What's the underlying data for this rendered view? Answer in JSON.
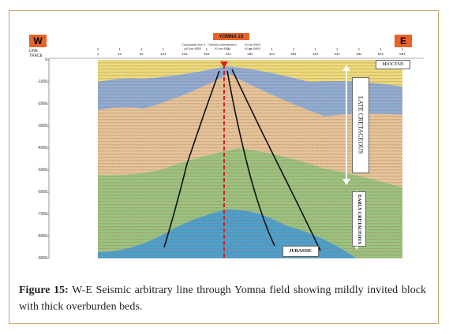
{
  "figure": {
    "directions": {
      "west": "W",
      "east": "E"
    },
    "header": {
      "line_label": "LINE",
      "trace_label": "TRACE",
      "well_name": "YOMNA 1X",
      "well_tags": [
        "Composite line 4\nXLine 8850",
        "Seismic intersection\nXLine 8800",
        "XLine 8900\nXLine 8800"
      ],
      "line_ticks": [
        "1",
        "1",
        "1",
        "1",
        "1",
        "1",
        "1",
        "1",
        "1",
        "1",
        "1",
        "1",
        "1",
        "1",
        "1",
        "1",
        "1"
      ],
      "trace_ticks": [
        "1",
        "41",
        "81",
        "121",
        "161",
        "201",
        "241",
        "281",
        "321",
        "361",
        "401",
        "441",
        "481",
        "521",
        "561"
      ]
    },
    "depth_labels": [
      "0",
      "-1000",
      "-2000",
      "-3000",
      "-4000",
      "-5000",
      "-6000",
      "-7000",
      "-8000",
      "-9000"
    ],
    "units": {
      "miocene": "MIOCENE",
      "late_cretaceous": "LATE CRETACEOUS",
      "early_cretaceous": "EARLY CRETACEOUS",
      "jurassic": "JURASSIC"
    },
    "colors": {
      "miocene": "#efe07a",
      "upper_blue": "#8fb0d8",
      "cretaceous": "#e8c89a",
      "lower_green": "#9cc77f",
      "jurassic": "#4aa3cf",
      "well_path": "#d42020",
      "faults": "#111111",
      "label_bg": "#e8632a"
    }
  },
  "caption": {
    "label": "Figure 15:",
    "text": " W-E Seismic arbitrary line through Yomna field showing mildly invited block with thick overburden beds."
  }
}
